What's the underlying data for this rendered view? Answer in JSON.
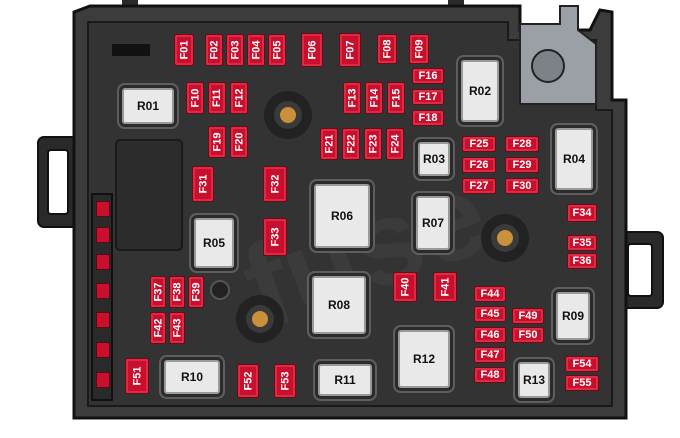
{
  "colors": {
    "housing": "#3a3a3a",
    "housing_dark": "#1f1f1f",
    "fuse": "#c8102e",
    "relay_face": "#e9e9e9",
    "stud": "#c9913a"
  },
  "relays": [
    "R01",
    "R02",
    "R03",
    "R04",
    "R05",
    "R06",
    "R07",
    "R08",
    "R09",
    "R10",
    "R11",
    "R12",
    "R13"
  ],
  "fuses": [
    "F01",
    "F02",
    "F03",
    "F04",
    "F05",
    "F06",
    "F07",
    "F08",
    "F09",
    "F10",
    "F11",
    "F12",
    "F13",
    "F14",
    "F15",
    "F16",
    "F17",
    "F18",
    "F19",
    "F20",
    "F21",
    "F22",
    "F23",
    "F24",
    "F25",
    "F26",
    "F27",
    "F28",
    "F29",
    "F30",
    "F31",
    "F32",
    "F33",
    "F34",
    "F35",
    "F36",
    "F37",
    "F38",
    "F39",
    "F40",
    "F41",
    "F42",
    "F43",
    "F44",
    "F45",
    "F46",
    "F47",
    "F48",
    "F49",
    "F50",
    "F51",
    "F52",
    "F53",
    "F54",
    "F55"
  ]
}
